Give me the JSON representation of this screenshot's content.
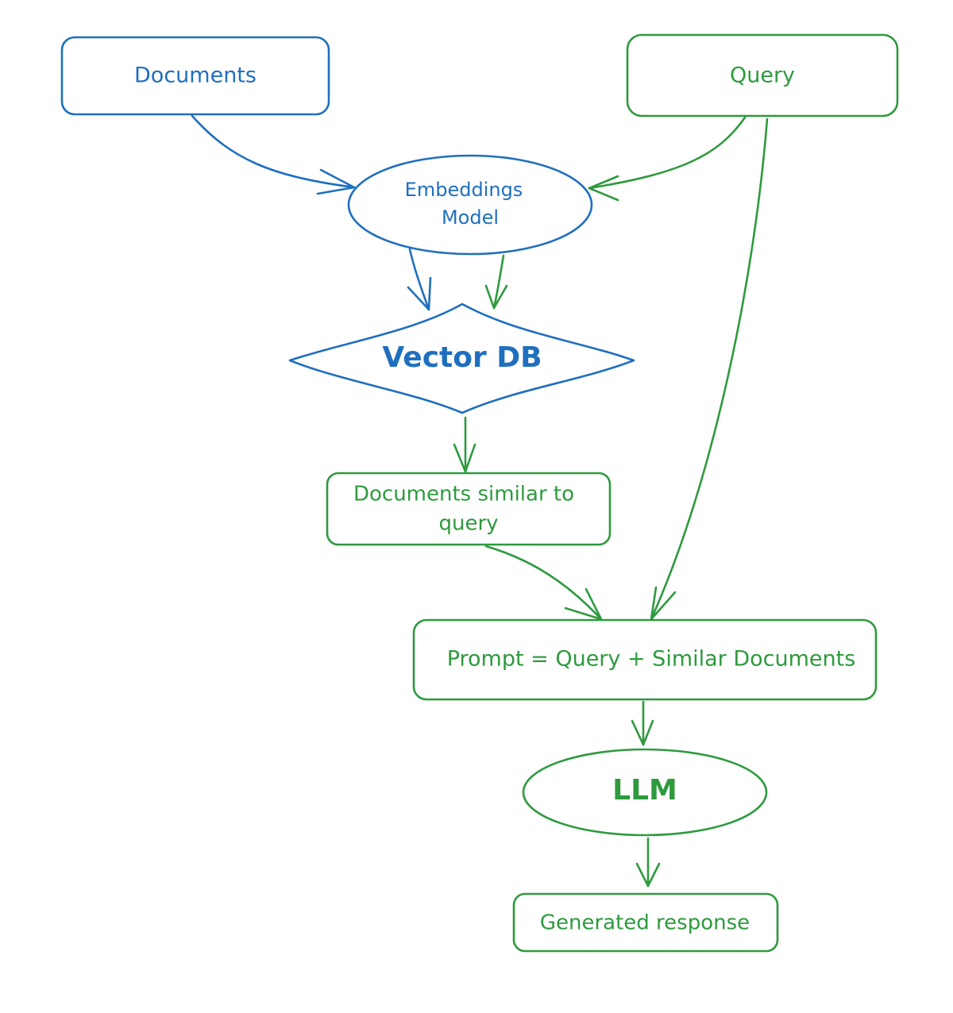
{
  "diagram": {
    "colors": {
      "documents_pipeline": "#1f6fbf",
      "query_pipeline": "#2e9a3e"
    },
    "nodes": {
      "documents": {
        "label": "Documents",
        "shape": "rounded-rectangle",
        "color": "blue"
      },
      "query": {
        "label": "Query",
        "shape": "rounded-rectangle",
        "color": "green"
      },
      "embeddings_model": {
        "line1": "Embeddings",
        "line2": "Model",
        "shape": "ellipse",
        "color": "blue"
      },
      "vector_db": {
        "label": "Vector DB",
        "shape": "diamond",
        "color": "blue"
      },
      "similar_docs": {
        "line1": "Documents similar to",
        "line2": "query",
        "shape": "rounded-rectangle",
        "color": "green"
      },
      "prompt": {
        "label": "Prompt = Query + Similar Documents",
        "shape": "rounded-rectangle",
        "color": "green"
      },
      "llm": {
        "label": "LLM",
        "shape": "ellipse",
        "color": "green"
      },
      "generated_response": {
        "label": "Generated response",
        "shape": "rounded-rectangle",
        "color": "green"
      }
    },
    "edges": [
      {
        "from": "documents",
        "to": "embeddings_model",
        "color": "blue"
      },
      {
        "from": "query",
        "to": "embeddings_model",
        "color": "green"
      },
      {
        "from": "embeddings_model",
        "to": "vector_db",
        "color": "blue"
      },
      {
        "from": "embeddings_model",
        "to": "vector_db",
        "color": "green"
      },
      {
        "from": "vector_db",
        "to": "similar_docs",
        "color": "green"
      },
      {
        "from": "similar_docs",
        "to": "prompt",
        "color": "green"
      },
      {
        "from": "query",
        "to": "prompt",
        "color": "green"
      },
      {
        "from": "prompt",
        "to": "llm",
        "color": "green"
      },
      {
        "from": "llm",
        "to": "generated_response",
        "color": "green"
      }
    ]
  }
}
